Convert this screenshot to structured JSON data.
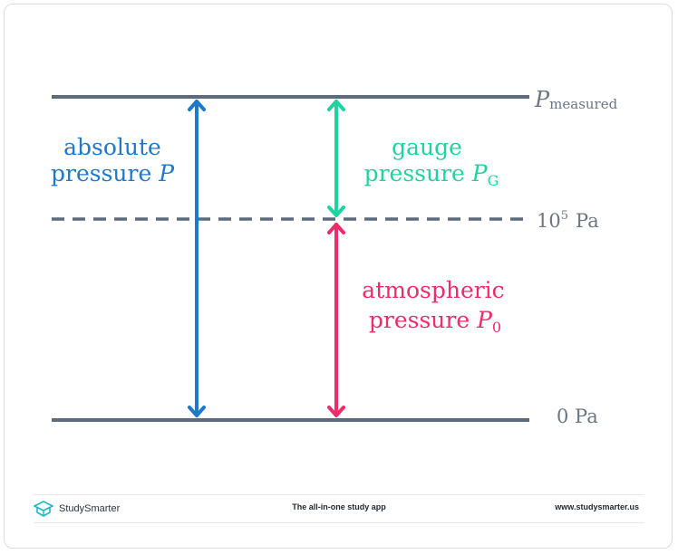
{
  "colors": {
    "line": "#5b6b7d",
    "label_gray": "#6b7682",
    "absolute": "#1f78c8",
    "gauge": "#1fd3a0",
    "atmospheric": "#ee2c6a"
  },
  "levels": {
    "top_symbol": "P",
    "top_subscript": "measured",
    "middle_base": "10",
    "middle_exponent": "5",
    "middle_unit": "Pa",
    "bottom_label": "0 Pa"
  },
  "arrows": {
    "absolute": {
      "line1": "absolute",
      "line2_text": "pressure ",
      "symbol": "P",
      "subscript": ""
    },
    "gauge": {
      "line1": "gauge",
      "line2_text": "pressure ",
      "symbol": "P",
      "subscript": "G"
    },
    "atmospheric": {
      "line1": "atmospheric",
      "line2_text": "pressure ",
      "symbol": "P",
      "subscript": "0"
    }
  },
  "footer": {
    "brand": "StudySmarter",
    "tagline": "The all-in-one study app",
    "url": "www.studysmarter.us",
    "logo_icon": "studysmarter-logo-icon"
  }
}
